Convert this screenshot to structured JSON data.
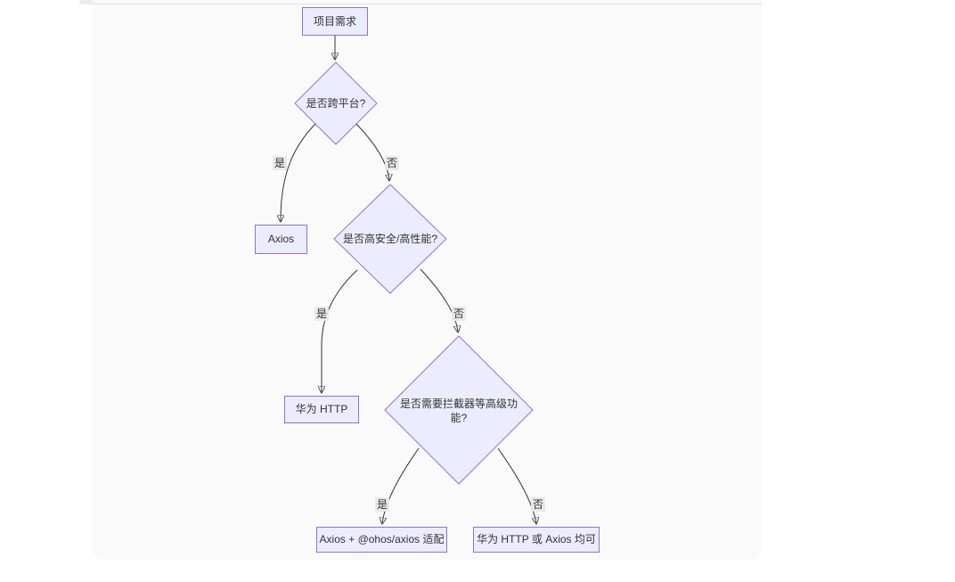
{
  "diagram": {
    "type": "flowchart",
    "direction": "top-down",
    "nodes": [
      {
        "id": "A",
        "shape": "rect",
        "label": "项目需求"
      },
      {
        "id": "B",
        "shape": "diamond",
        "label": "是否跨平台?"
      },
      {
        "id": "C",
        "shape": "rect",
        "label": "Axios"
      },
      {
        "id": "D",
        "shape": "diamond",
        "label": "是否高安全/高性能?"
      },
      {
        "id": "E",
        "shape": "rect",
        "label": "华为 HTTP"
      },
      {
        "id": "F",
        "shape": "diamond",
        "label": "是否需要拦截器等高级功能?"
      },
      {
        "id": "G",
        "shape": "rect",
        "label": "Axios + @ohos/axios 适配"
      },
      {
        "id": "H",
        "shape": "rect",
        "label": "华为 HTTP 或 Axios 均可"
      }
    ],
    "edges": [
      {
        "from": "A",
        "to": "B",
        "label": ""
      },
      {
        "from": "B",
        "to": "C",
        "label": "是"
      },
      {
        "from": "B",
        "to": "D",
        "label": "否"
      },
      {
        "from": "D",
        "to": "E",
        "label": "是"
      },
      {
        "from": "D",
        "to": "F",
        "label": "否"
      },
      {
        "from": "F",
        "to": "G",
        "label": "是"
      },
      {
        "from": "F",
        "to": "H",
        "label": "否"
      }
    ],
    "colors": {
      "node_fill": "#ECECFF",
      "node_border": "#9370DB",
      "edge_stroke": "#333333",
      "edge_label_bg": "#e8e8e8",
      "text": "#333333",
      "panel_bg": "#fafafa"
    }
  }
}
